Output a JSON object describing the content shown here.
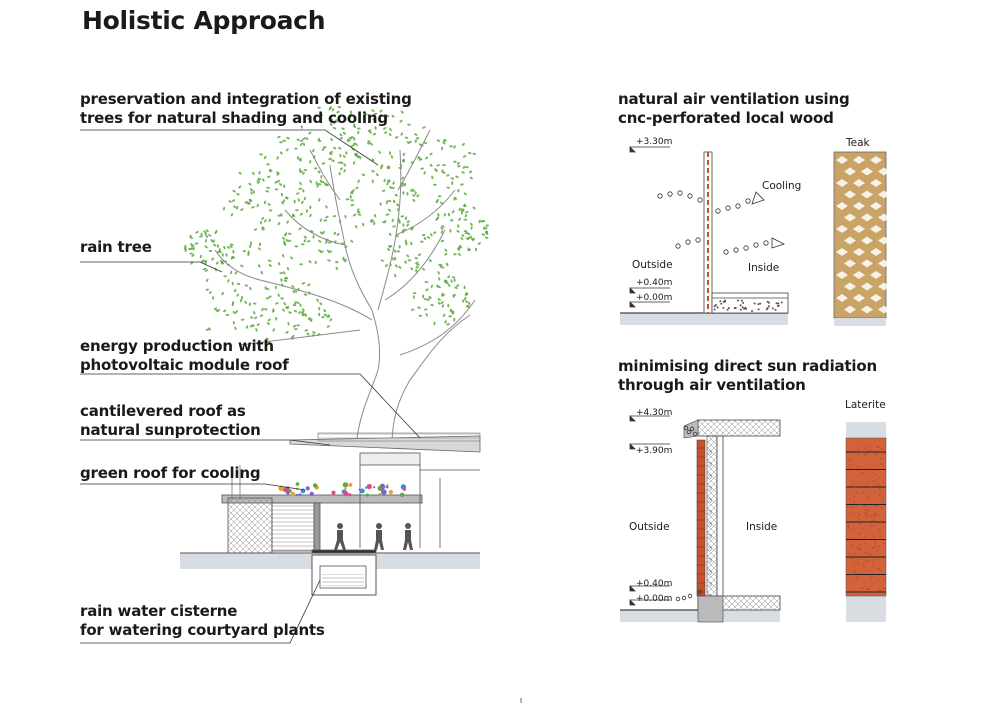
{
  "title": "Holistic Approach",
  "left_labels": {
    "trees": [
      "preservation and integration of existing",
      "trees for  natural shading and cooling"
    ],
    "rain_tree": "rain tree",
    "energy": [
      "energy production with",
      "photovoltaic module roof"
    ],
    "roof": [
      "cantilevered roof as",
      "natural sunprotection"
    ],
    "green_roof": "green roof for cooling",
    "cisterne": [
      "rain water cisterne",
      "for watering courtyard plants"
    ]
  },
  "ventilation": {
    "title": [
      "natural air ventilation using",
      "cnc-perforated local wood"
    ],
    "level_top": "+3.30m",
    "level_mid": "+0.40m",
    "level_base": "+0.00m",
    "outside": "Outside",
    "inside": "Inside",
    "cooling": "Cooling",
    "material": "Teak"
  },
  "radiation": {
    "title": [
      "minimising direct sun radiation",
      "through air ventilation"
    ],
    "level_top": "+4.30m",
    "level_2": "+3.90m",
    "level_mid": "+0.40m",
    "level_base": "+0.00m",
    "outside": "Outside",
    "inside": "Inside",
    "material": "Laterite"
  },
  "page_mark": "I",
  "colors": {
    "leaf": "#5aaa3c",
    "trunk": "#8a8a8a",
    "ground": "#d7dde3",
    "brick": "#c8502a",
    "teak": "#b89456"
  }
}
